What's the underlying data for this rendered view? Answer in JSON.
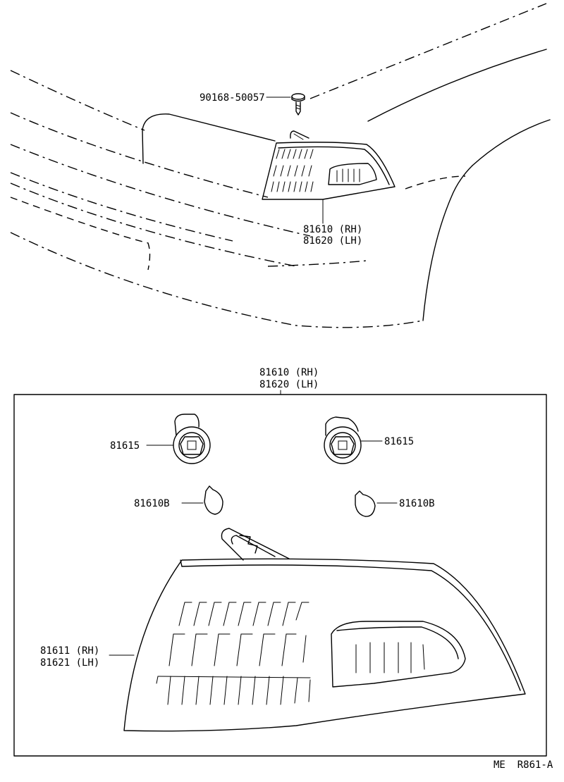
{
  "labels": {
    "screw": "90168-50057",
    "lamp_rh": "81610 (RH)",
    "lamp_lh": "81620 (LH)",
    "box_rh": "81610 (RH)",
    "box_lh": "81620 (LH)",
    "socket_left": "81615",
    "socket_right": "81615",
    "bulb_left": "81610B",
    "bulb_right": "81610B",
    "lens_rh": "81611 (RH)",
    "lens_lh": "81621 (LH)",
    "ref_code": "ME  R861-A"
  }
}
